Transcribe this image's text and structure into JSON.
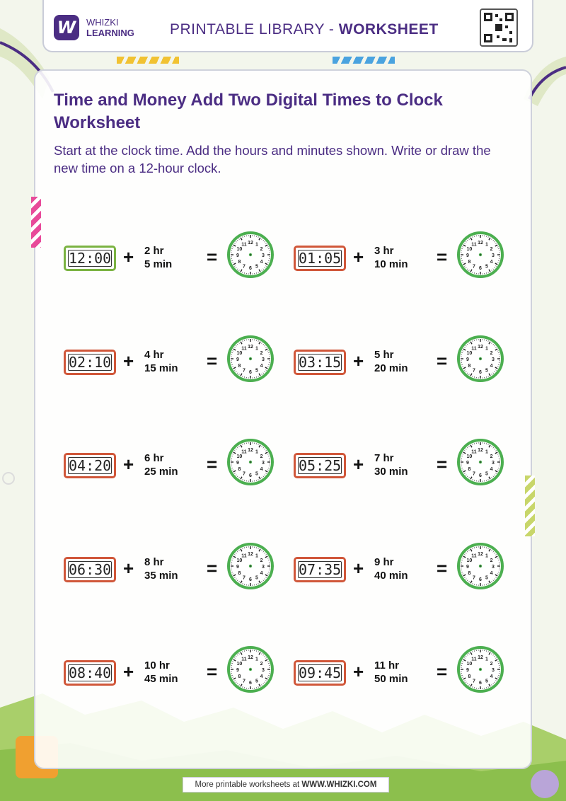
{
  "brand": {
    "logo_letter": "W",
    "line1": "WHIZKI",
    "line2": "LEARNING"
  },
  "header": {
    "title_prefix": "PRINTABLE LIBRARY - ",
    "title_bold": "WORKSHEET",
    "qr_icon": "qr-code-icon"
  },
  "worksheet": {
    "title": "Time and Money Add Two Digital Times to Clock Worksheet",
    "instructions": "Start at the clock time. Add the hours and minutes shown. Write or draw the new time on a 12-hour clock.",
    "plus_symbol": "+",
    "equals_symbol": "=",
    "clock_numbers": [
      "12",
      "1",
      "2",
      "3",
      "4",
      "5",
      "6",
      "7",
      "8",
      "9",
      "10",
      "11"
    ],
    "problems": [
      {
        "start_time": "12:00",
        "add_hours": "2 hr",
        "add_minutes": "5 min",
        "frame_color": "#7bb342"
      },
      {
        "start_time": "01:05",
        "add_hours": "3 hr",
        "add_minutes": "10 min",
        "frame_color": "#d0573a"
      },
      {
        "start_time": "02:10",
        "add_hours": "4 hr",
        "add_minutes": "15 min",
        "frame_color": "#d0573a"
      },
      {
        "start_time": "03:15",
        "add_hours": "5 hr",
        "add_minutes": "20 min",
        "frame_color": "#d0573a"
      },
      {
        "start_time": "04:20",
        "add_hours": "6 hr",
        "add_minutes": "25 min",
        "frame_color": "#d0573a"
      },
      {
        "start_time": "05:25",
        "add_hours": "7 hr",
        "add_minutes": "30 min",
        "frame_color": "#d0573a"
      },
      {
        "start_time": "06:30",
        "add_hours": "8 hr",
        "add_minutes": "35 min",
        "frame_color": "#d0573a"
      },
      {
        "start_time": "07:35",
        "add_hours": "9 hr",
        "add_minutes": "40 min",
        "frame_color": "#d0573a"
      },
      {
        "start_time": "08:40",
        "add_hours": "10 hr",
        "add_minutes": "45 min",
        "frame_color": "#d0573a"
      },
      {
        "start_time": "09:45",
        "add_hours": "11 hr",
        "add_minutes": "50 min",
        "frame_color": "#d0573a"
      }
    ]
  },
  "footer": {
    "text": "More printable worksheets at ",
    "link": "WWW.WHIZKI.COM"
  },
  "colors": {
    "brand_purple": "#4b2d83",
    "clock_green": "#4caf50",
    "digital_red": "#d0573a",
    "digital_green": "#7bb342"
  }
}
